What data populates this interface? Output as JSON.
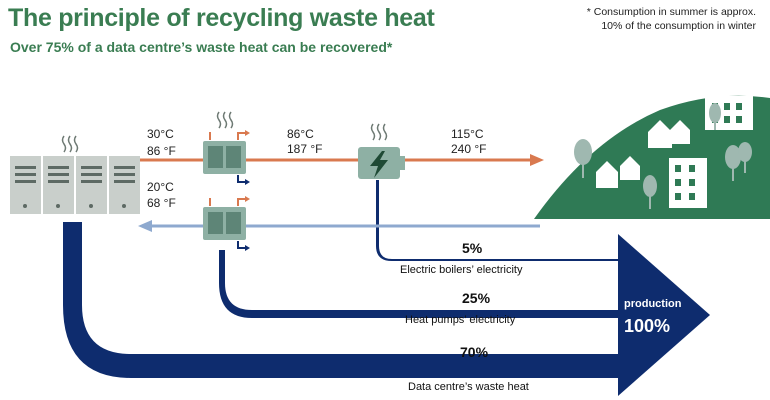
{
  "header": {
    "title": "The principle of recycling waste heat",
    "subtitle": "Over 75% of a data centre’s waste heat can be recovered*"
  },
  "footnote": {
    "line1": "* Consumption in summer is approx.",
    "line2": "10% of the consumption in winter"
  },
  "temperatures": {
    "dc_out_c": "30°C",
    "dc_out_f": "86 °F",
    "hp_out_c": "86°C",
    "hp_out_f": "187 °F",
    "boiler_out_c": "115°C",
    "boiler_out_f": "240 °F",
    "return_c": "20°C",
    "return_f": "68 °F"
  },
  "flows": [
    {
      "percent": "5%",
      "label": "Electric boilers’ electricity",
      "share": 5
    },
    {
      "percent": "25%",
      "label": "Heat pumps’ electricity",
      "share": 25
    },
    {
      "percent": "70%",
      "label": "Data centre’s waste heat",
      "share": 70
    }
  ],
  "production": {
    "label": "production",
    "value": "100%"
  },
  "colors": {
    "title_green": "#3a7d52",
    "hot_pipe": "#d9794f",
    "cold_pipe": "#8ea9cf",
    "flow_navy": "#0e2c6e",
    "server_gray": "#c9cfcb",
    "hill_green": "#2f7a55",
    "equipment_teal": "#8eb0a4"
  },
  "icons": [
    "heat-waves-icon",
    "lightning-icon",
    "house-icon",
    "building-icon",
    "tree-icon"
  ]
}
